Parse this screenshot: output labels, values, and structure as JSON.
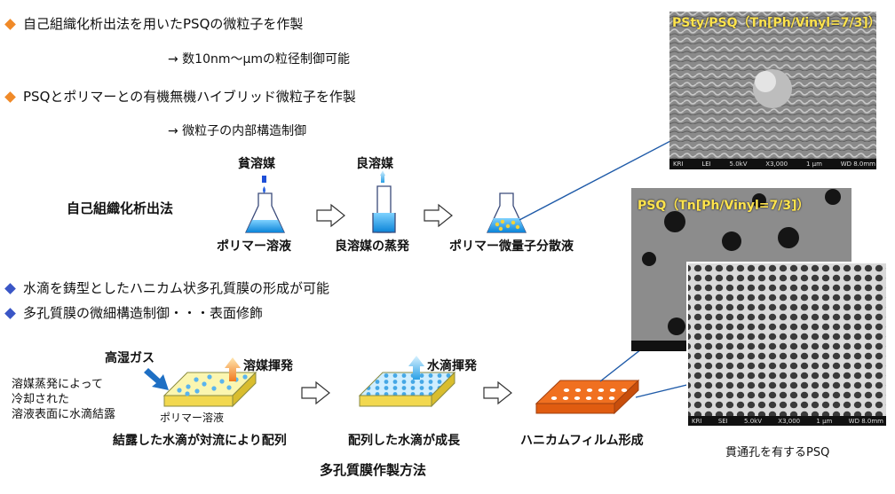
{
  "colors": {
    "bullet_orange": "#f08a28",
    "bullet_blue": "#3a56c6",
    "arrow_line": "#1e5aa8",
    "photo_title": "#ffe44d",
    "film_orange": "#f07020"
  },
  "bullets_top": [
    {
      "text": "自己組織化析出法を用いたPSQの微粒子を作製",
      "sub": "→ 数10nm～μmの粒径制御可能"
    },
    {
      "text": "PSQとポリマーとの有機無機ハイブリッド微粒子を作製",
      "sub": "→ 微粒子の内部構造制御"
    }
  ],
  "method": {
    "label": "自己組織化析出法",
    "poor_solvent": "貧溶媒",
    "good_solvent": "良溶媒",
    "step1": "ポリマー溶液",
    "step2": "良溶媒の蒸発",
    "step3": "ポリマー微量子分散液"
  },
  "bullets_bottom": [
    {
      "text": "水滴を鋳型としたハニカム状多孔質膜の形成が可能"
    },
    {
      "text": "多孔質膜の微細構造制御・・・表面修飾"
    }
  ],
  "porous": {
    "humid_gas": "高湿ガス",
    "solvent_evap": "溶媒揮発",
    "water_evap": "水滴揮発",
    "cooling_note": [
      "溶媒蒸発によって",
      "冷却された",
      "溶液表面に水滴結露"
    ],
    "polymer_solution": "ポリマー溶液",
    "step1": "結露した水滴が対流により配列",
    "step2": "配列した水滴が成長",
    "step3": "ハニカムフィルム形成",
    "title": "多孔質膜作製方法"
  },
  "photos": {
    "top_title": "PSty/PSQ（Tn[Ph/Vinyl=7/3]）",
    "mid_title": "PSQ（Tn[Ph/Vinyl=7/3]）",
    "caption": "貫通孔を有するPSQ",
    "sem_info": [
      "KRI",
      "LEI",
      "5.0kV",
      "X3,000",
      "1 μm",
      "WD 8.0mm"
    ],
    "sem_info_bottom": [
      "KRI",
      "SEI",
      "5.0kV",
      "X3,000",
      "1 μm",
      "WD 8.0mm"
    ]
  }
}
